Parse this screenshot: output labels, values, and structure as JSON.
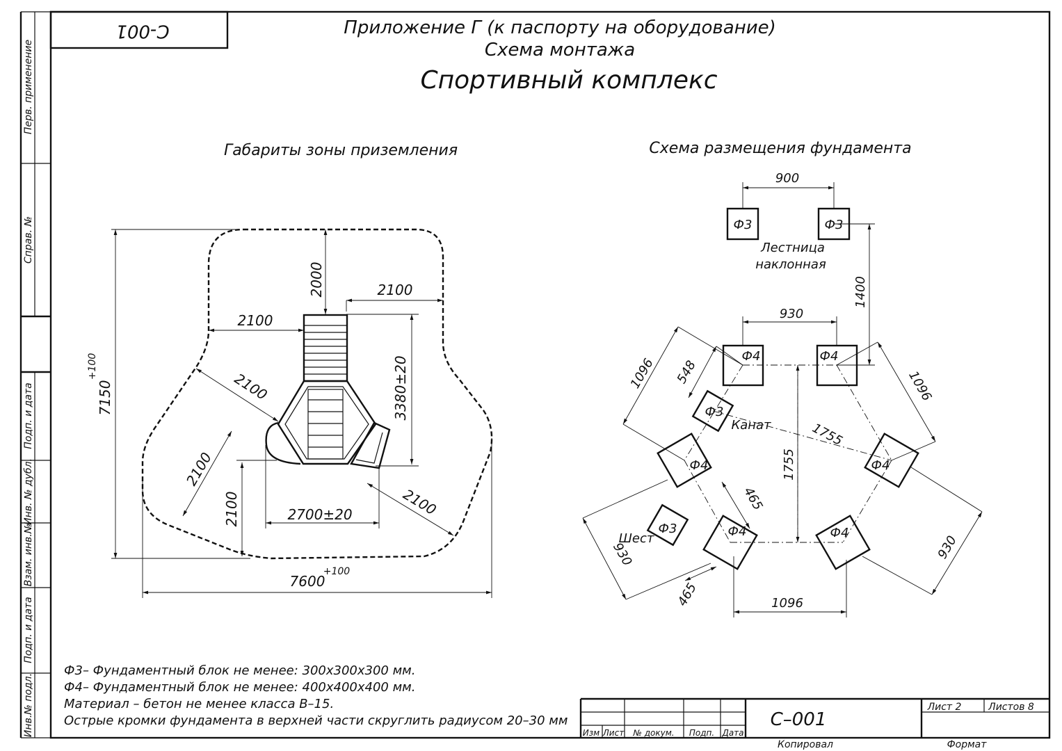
{
  "stamp_code_rotated": "С-001",
  "header": {
    "line1": "Приложение Г (к паспорту на оборудование)",
    "line2": "Схема монтажа",
    "title": "Спортивный комплекс"
  },
  "left_strip": {
    "perv": "Перв. применение",
    "sprav": "Справ. №",
    "podp_data_1": "Подп. и дата",
    "inv_dubl": "Инв. № дубл.",
    "vzam_inv": "Взам. инв.№",
    "podp_data_2": "Подп. и дата",
    "inv_podl": "Инв.№ подл."
  },
  "left_drawing": {
    "title": "Габариты зоны приземления",
    "dims": {
      "d2000": "2000",
      "d2100_top": "2100",
      "d2100_left": "2100",
      "d2100_diag_left": "2100",
      "d2100_lower_left": "2100",
      "d2100_vert": "2100",
      "d2100_lower_right": "2100",
      "d3380": "3380±20",
      "d2700": "2700±20",
      "d7150": "7150",
      "d7150_tol": "+100",
      "d7600": "7600",
      "d7600_tol": "+100"
    }
  },
  "right_drawing": {
    "title": "Схема размещения фундамента",
    "labels": {
      "f3": "Ф3",
      "f4": "Ф4",
      "ladder_1": "Лестница",
      "ladder_2": "наклонная",
      "rope": "Канат",
      "pole": "Шест"
    },
    "dims": {
      "d900": "900",
      "d1400": "1400",
      "d930_top": "930",
      "d1096_left": "1096",
      "d548": "548",
      "d1096_right": "1096",
      "d1755_diag": "1755",
      "d1755_vert": "1755",
      "d465_right": "465",
      "d930_left": "930",
      "d465_bottom": "465",
      "d1096_bottom": "1096",
      "d930_right": "930"
    }
  },
  "notes": [
    "Ф3– Фундаментный блок не менее: 300х300х300 мм.",
    "Ф4– Фундаментный блок не менее: 400х400х400 мм.",
    "Материал – бетон не менее класса В–15.",
    "Острые кромки фундамента в верхней части скруглить радиусом 20–30 мм"
  ],
  "title_block": {
    "code": "С–001",
    "izm": "Изм",
    "list": "Лист",
    "n_dokum": "№ докум.",
    "podp": "Подп.",
    "data": "Дата",
    "sheet": "Лист 2",
    "sheets": "Листов 8",
    "kopiroval": "Копировал",
    "format": "Формат"
  }
}
